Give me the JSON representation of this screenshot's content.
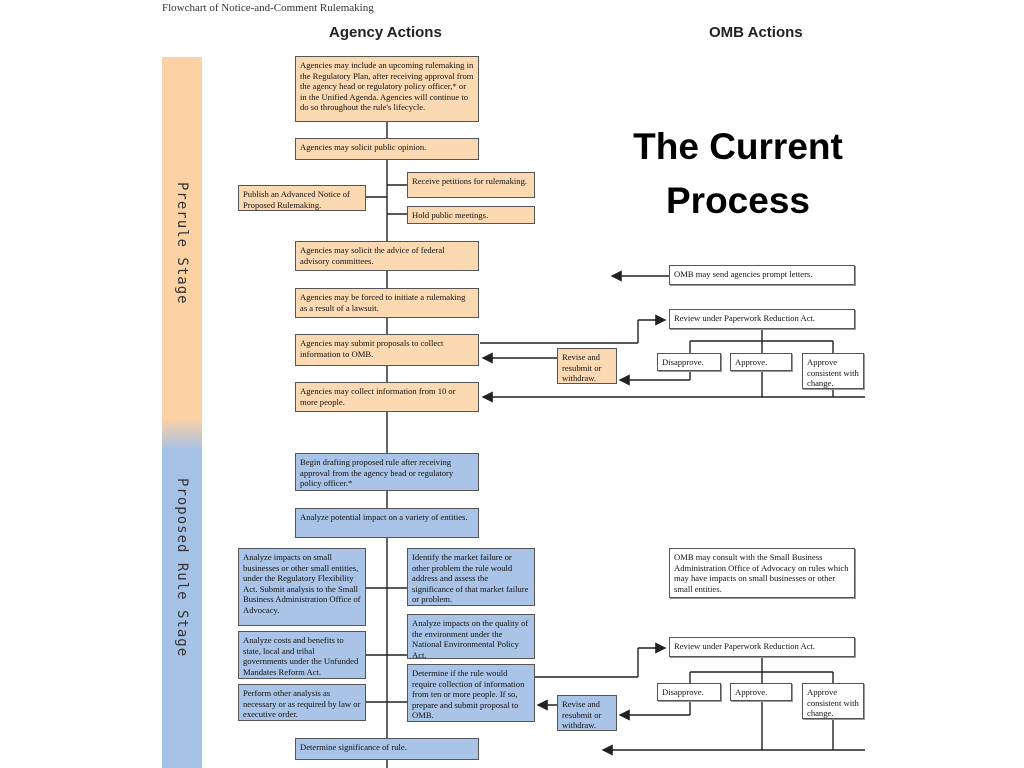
{
  "document_title": "Flowchart of Notice-and-Comment Rulemaking",
  "headers": {
    "agency": "Agency Actions",
    "omb": "OMB Actions"
  },
  "slide_title": {
    "line1": "The Current",
    "line2": "Process"
  },
  "stages": {
    "prerule": "Prerule Stage",
    "proposed": "Proposed Rule Stage"
  },
  "colors": {
    "prerule_fill": "#fbd9b3",
    "proposed_fill": "#a9c4e6",
    "prerule_bar": "#fcd1a4",
    "proposed_bar": "#a6c1e6"
  },
  "prerule": {
    "plan": "Agencies may include an upcoming rulemaking in the Regulatory Plan, after receiving approval from the agency head or regulatory policy officer,* or in the Unified Agenda. Agencies will continue to do so throughout the rule's lifecycle.",
    "solicit_opinion": "Agencies may solicit public opinion.",
    "anprm": "Publish an Advanced Notice of Proposed Rulemaking.",
    "petitions": "Receive petitions for rulemaking.",
    "meetings": "Hold public meetings.",
    "advisory": "Agencies may solicit the advice of federal advisory committees.",
    "lawsuit": "Agencies may be forced to initiate a rulemaking as a result of a lawsuit.",
    "submit": "Agencies may submit proposals to collect information to OMB.",
    "revise": "Revise and resubmit or withdraw.",
    "collect": "Agencies may collect information from 10 or more people."
  },
  "omb_prerule": {
    "prompt": "OMB may send agencies prompt letters.",
    "pra": "Review under Paperwork Reduction Act.",
    "disapprove": "Disapprove.",
    "approve": "Approve.",
    "approve_change": "Approve consistent with change."
  },
  "proposed": {
    "begin": "Begin drafting proposed rule after receiving approval from the agency head or regulatory policy officer.*",
    "analyze_variety": "Analyze potential impact on a variety of entities.",
    "small_biz": "Analyze impacts on small businesses or other small entities, under the Regulatory Flexibility Act. Submit analysis to the Small Business Administration Office of Advocacy.",
    "market_failure": "Identify the market failure or other problem the rule would address and assess the significance of that market failure or problem.",
    "costs": "Analyze costs and benefits to state, local and tribal governments under the Unfunded Mandates Reform Act.",
    "environment": "Analyze impacts on the quality of the environment under the National Environmental Policy Act.",
    "other": "Perform other analysis as necessary or as required by law or executive order.",
    "collection": "Determine if the rule would require collection of information from ten or more people. If so, prepare and submit proposal to OMB.",
    "revise": "Revise and resubmit or withdraw.",
    "significance": "Determine significance of rule."
  },
  "omb_proposed": {
    "consult": "OMB may consult with the Small Business Administration Office of Advocacy on rules which may have impacts on small businesses or other small entities.",
    "pra": "Review under Paperwork Reduction Act.",
    "disapprove": "Disapprove.",
    "approve": "Approve.",
    "approve_change": "Approve consistent with change."
  }
}
